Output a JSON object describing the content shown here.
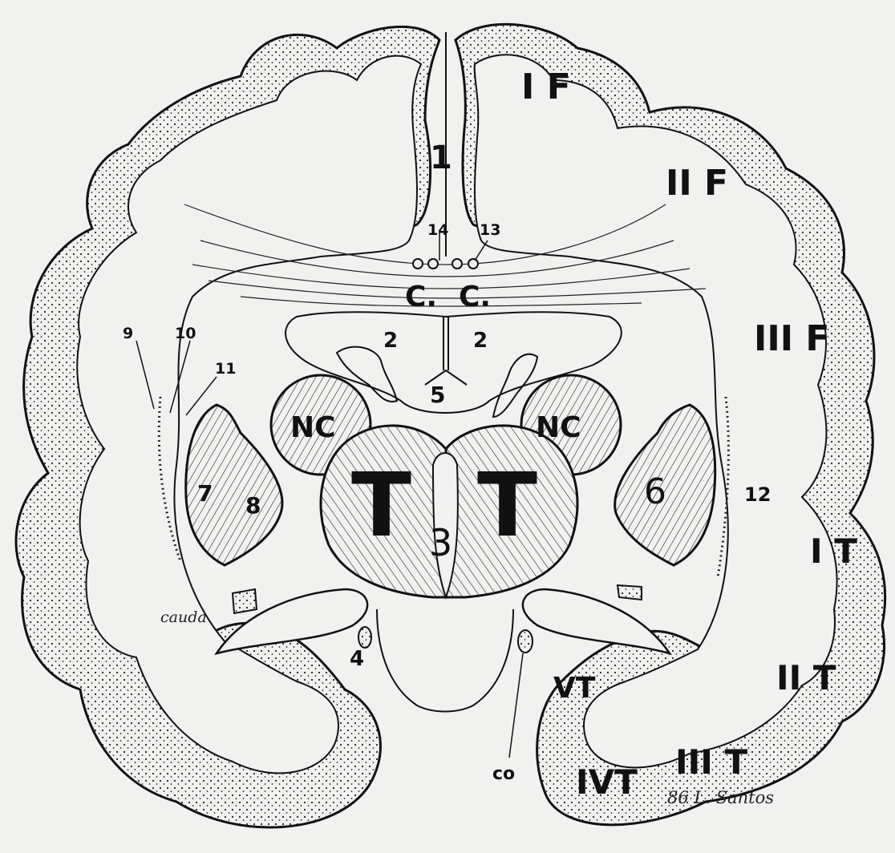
{
  "diagram": {
    "gyri": {
      "frontal_1": "I F",
      "frontal_2": "II F",
      "frontal_3": "III F",
      "temporal_1": "I T",
      "temporal_2": "II T",
      "temporal_3": "III T",
      "temporal_4": "IVT",
      "temporal_5": "VT"
    },
    "structures": {
      "thalamus_left": "T",
      "thalamus_right": "T",
      "caudate_left": "NC",
      "caudate_right": "NC",
      "corpus_callosum_left": "C.",
      "corpus_callosum_right": "C.",
      "cauda": "cauda",
      "co": "co"
    },
    "numbers": {
      "n1": "1",
      "n2_left": "2",
      "n2_right": "2",
      "n3": "3",
      "n4": "4",
      "n5": "5",
      "n6": "6",
      "n7": "7",
      "n8": "8",
      "n9": "9",
      "n10": "10",
      "n11": "11",
      "n12": "12",
      "n13": "13",
      "n14": "14"
    },
    "signature": "86 L. Santos"
  }
}
